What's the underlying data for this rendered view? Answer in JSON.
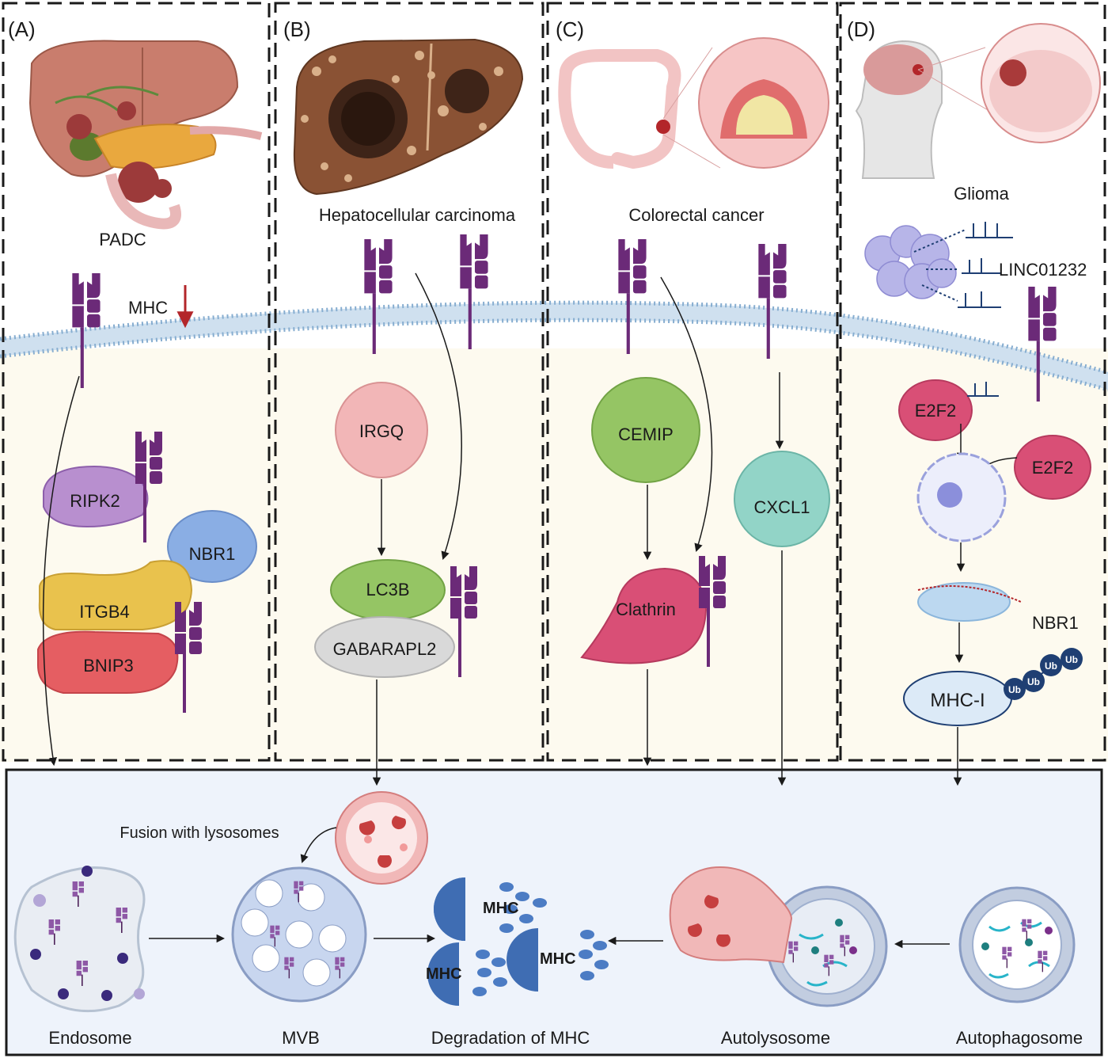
{
  "panels": {
    "a": {
      "letter": "(A)",
      "organ_label": "PADC",
      "mhc_label": "MHC",
      "proteins": [
        "RIPK2",
        "NBR1",
        "ITGB4",
        "BNIP3"
      ]
    },
    "b": {
      "letter": "(B)",
      "organ_label": "Hepatocellular carcinoma",
      "proteins": [
        "IRGQ",
        "LC3B",
        "GABARAPL2"
      ]
    },
    "c": {
      "letter": "(C)",
      "organ_label": "Colorectal cancer",
      "proteins": [
        "CEMIP",
        "Clathrin",
        "CXCL1"
      ]
    },
    "d": {
      "letter": "(D)",
      "organ_label": "Glioma",
      "rna_label": "LINC01232",
      "proteins": [
        "E2F2",
        "E2F2"
      ],
      "nbr1_label": "NBR1",
      "mhc_label": "MHC-I",
      "ub_label": "Ub"
    }
  },
  "bottom": {
    "fusion_label": "Fusion with lysosomes",
    "degraded_mhc_label": "MHC",
    "labels": [
      "Endosome",
      "MVB",
      "Degradation of MHC",
      "Autolysosome",
      "Autophagosome"
    ]
  },
  "colors": {
    "mhc_molecule": "#6b2a78",
    "cytoplasm": "#fdfaef",
    "bottom_box": "#eef3fb",
    "membrane": "#a9c7e2",
    "degradation_arrow": "#b3262a",
    "ub": "#1f3f73"
  }
}
